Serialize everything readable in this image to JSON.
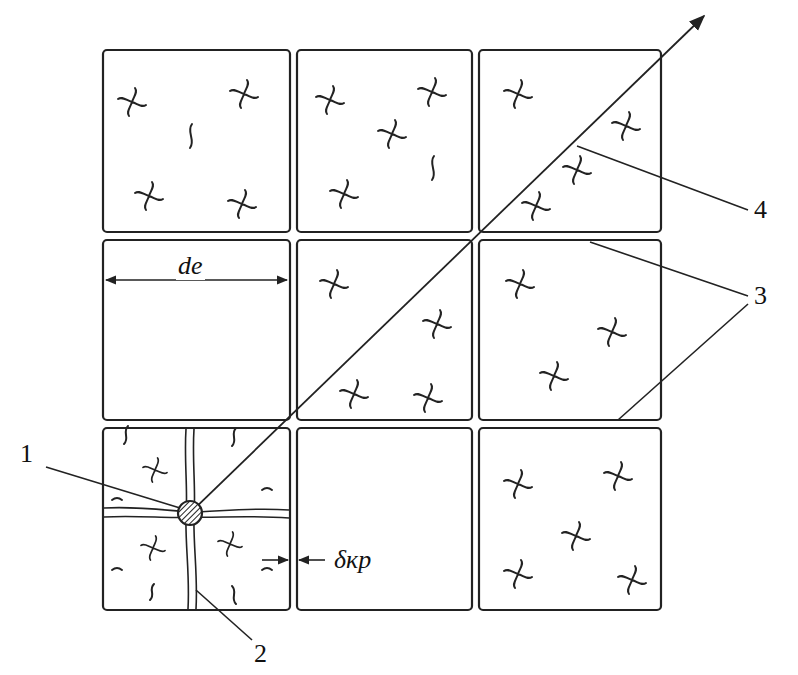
{
  "diagram": {
    "labels": [
      "1",
      "2",
      "3",
      "4",
      "de",
      "δкр"
    ]
  }
}
